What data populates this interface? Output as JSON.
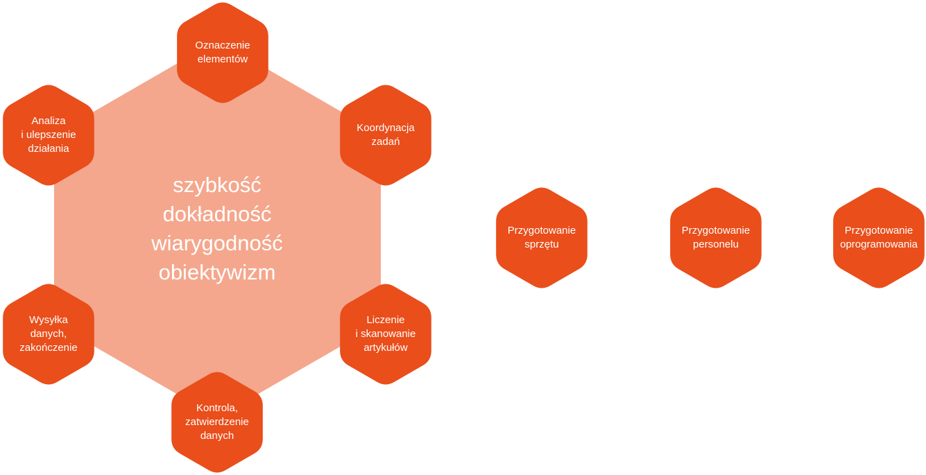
{
  "colors": {
    "hex_fill": "#E94E1B",
    "center_fill": "#F4A78D",
    "text": "#FFFFFF"
  },
  "center": {
    "text": "szybkość\ndokładność\nwiarygodność\nobiektywizm"
  },
  "cycle": [
    {
      "id": "oznaczenie",
      "text": "Oznaczenie\nelementów"
    },
    {
      "id": "koordynacja",
      "text": "Koordynacja\nzadań"
    },
    {
      "id": "liczenie",
      "text": "Liczenie\ni skanowanie\nartykułów"
    },
    {
      "id": "kontrola",
      "text": "Kontrola,\nzatwierdzenie\ndanych"
    },
    {
      "id": "wysylka",
      "text": "Wysyłka\ndanych,\nzakończenie"
    },
    {
      "id": "analiza",
      "text": "Analiza\ni ulepszenie\ndziałania"
    }
  ],
  "preparation": [
    {
      "id": "sprzet",
      "text": "Przygotowanie\nsprzętu"
    },
    {
      "id": "personel",
      "text": "Przygotowanie\npersonelu"
    },
    {
      "id": "oprogramowanie",
      "text": "Przygotowanie\noprogramowania"
    }
  ]
}
